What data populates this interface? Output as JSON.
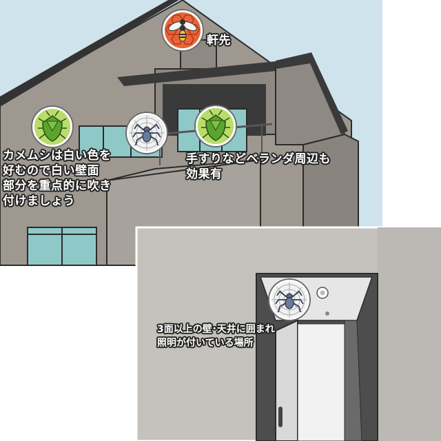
{
  "panels": {
    "house": {
      "colors": {
        "sky": "#cfe3ec",
        "wall": "#9e9891",
        "roof": "#333333",
        "glass": "#8ec9c8",
        "outline": "#2b2b2b"
      }
    },
    "entrance": {
      "colors": {
        "wall": "#c5c2bd",
        "frame": "#555555",
        "door": "#d9d9d9",
        "ceiling": "#e6e6e6"
      }
    }
  },
  "callouts": [
    {
      "id": "eaves",
      "icon": "wasp-icon",
      "text": "軒先"
    },
    {
      "id": "white-wall",
      "icon": "stink-bug-icon",
      "text": "カメムシは白い色を\n好むので白い壁面\n部分を重点的に吹き\n付けましょう"
    },
    {
      "id": "spider-balcony",
      "icon": "spider-icon",
      "text": ""
    },
    {
      "id": "veranda",
      "icon": "stink-bug-icon",
      "text": "手すりなどベランダ周辺も\n効果有"
    },
    {
      "id": "entrance-light",
      "icon": "spider-icon",
      "text": "3面以上の壁･天井に囲まれ\n照明が付いている場所"
    }
  ],
  "icons": {
    "wasp": "wasp-icon",
    "stink_bug": "stink-bug-icon",
    "spider": "spider-icon"
  }
}
